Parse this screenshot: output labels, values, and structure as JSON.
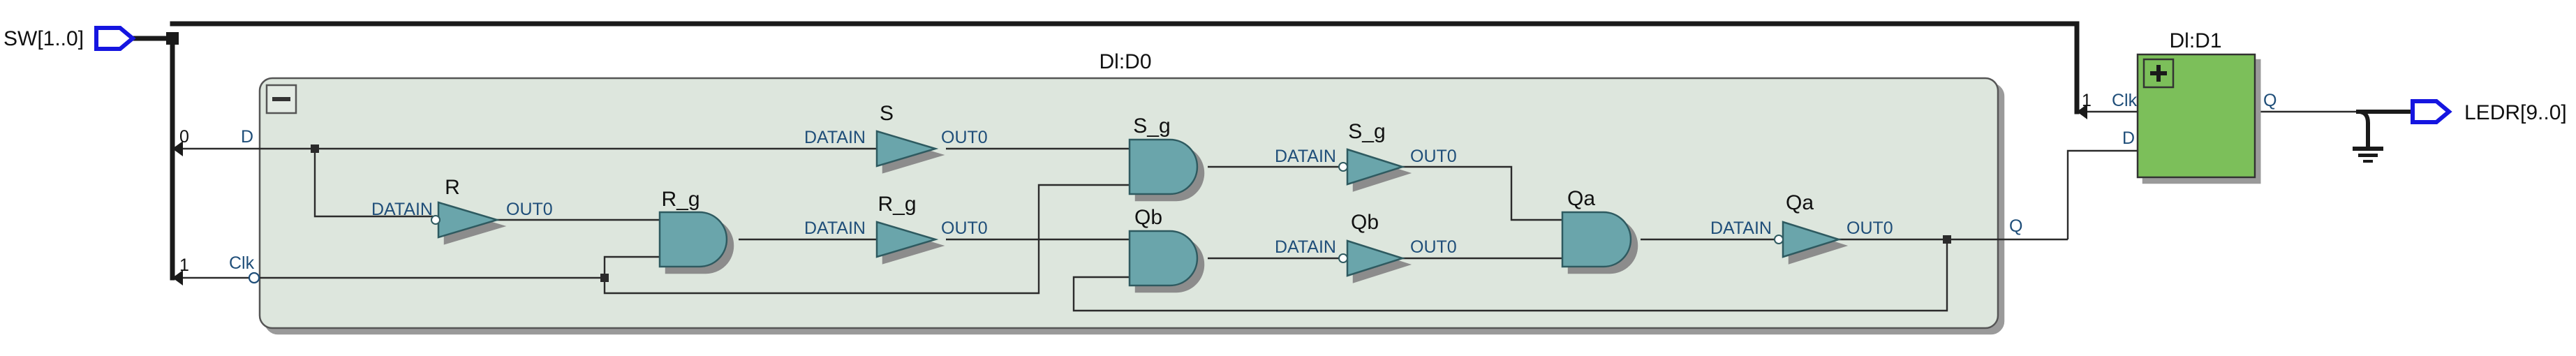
{
  "colors": {
    "gate_fill": "#6aa5ab",
    "gate_stroke": "#2f5a60",
    "gate_shadow": "#8c8c8c",
    "box_fill": "#dde6dd",
    "box_stroke": "#555555",
    "sub_block_fill": "#7cbf5a",
    "port_color": "#1515e0",
    "pin_text": "#1f4e79",
    "wire": "#2b2b2b"
  },
  "ports": {
    "input": "SW[1..0]",
    "output": "LEDR[9..0]"
  },
  "bus_taps": {
    "tap0": "0",
    "tap1": "1",
    "d1_tap": "1"
  },
  "block_d0": {
    "title": "Dl:D0",
    "collapse_icon": "minus-icon",
    "pins": {
      "d": "D",
      "clk": "Clk",
      "q": "Q"
    }
  },
  "block_d1": {
    "title": "Dl:D1",
    "expand_icon": "plus-icon",
    "pins": {
      "clk": "Clk",
      "d": "D",
      "q": "Q"
    }
  },
  "gates": {
    "buf_r": {
      "name": "R",
      "type": "buffer",
      "in": "DATAIN",
      "out": "OUT0"
    },
    "buf_s": {
      "name": "S",
      "type": "buffer",
      "in": "DATAIN",
      "out": "OUT0"
    },
    "and_rg": {
      "name": "R_g",
      "type": "and"
    },
    "buf_rg": {
      "name": "R_g",
      "type": "buffer",
      "in": "DATAIN",
      "out": "OUT0"
    },
    "and_sg": {
      "name": "S_g",
      "type": "and"
    },
    "buf_sg": {
      "name": "S_g",
      "type": "buffer",
      "in": "DATAIN",
      "out": "OUT0"
    },
    "and_qb": {
      "name": "Qb",
      "type": "and"
    },
    "buf_qb": {
      "name": "Qb",
      "type": "buffer",
      "in": "DATAIN",
      "out": "OUT0"
    },
    "and_qa": {
      "name": "Qa",
      "type": "and"
    },
    "buf_qa": {
      "name": "Qa",
      "type": "buffer",
      "in": "DATAIN",
      "out": "OUT0"
    }
  }
}
